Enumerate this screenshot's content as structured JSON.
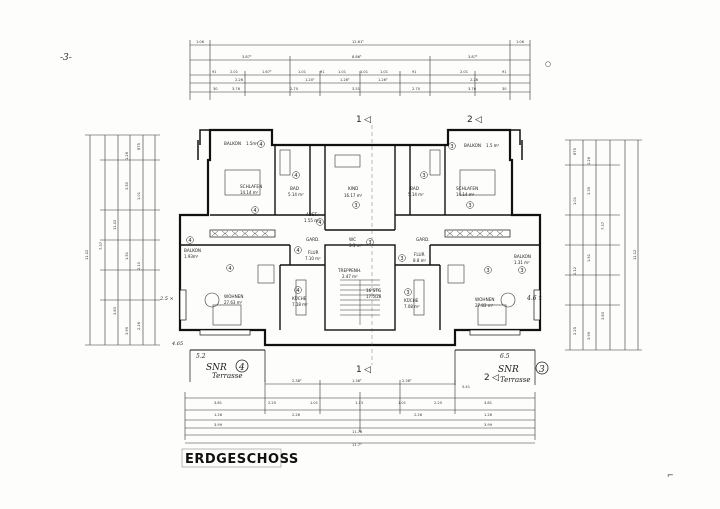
{
  "page_number": "-3-",
  "floor_title": "ERDGESCHOSS",
  "sections": {
    "left": "1",
    "right": "2"
  },
  "overall_width_top": "12.61⁵",
  "top_dims": {
    "outer_left": "1.06",
    "outer_right": "1.06",
    "row2": [
      "3.87⁵",
      "8.86⁵",
      "3.87⁵"
    ],
    "row3": [
      "91",
      "2.01",
      "1.67⁵",
      "1.01",
      "91",
      "1.01",
      "1.01",
      "1.01",
      "91",
      "2.01",
      "91"
    ],
    "row4": [
      "2.26",
      "1.20⁵",
      "1.26⁵",
      "1.26⁵",
      "2.26"
    ],
    "row5": [
      "30",
      "3.76",
      "2.70",
      "3.51",
      "2.70",
      "3.76",
      "30"
    ]
  },
  "bottom_dims": {
    "row1": [
      "2.38⁵",
      "1.36⁵",
      "2.38⁵"
    ],
    "row2": [
      "3.81",
      "2.25",
      "1.01",
      "1.13",
      "1.01",
      "2.25",
      "3.81"
    ],
    "row3": [
      "1.26",
      "2.26",
      "2.26",
      "1.26"
    ],
    "row4": [
      "3.99",
      "3.99"
    ],
    "total_inner": "11.76",
    "total": "11.7⁶"
  },
  "left_dims": [
    "875",
    "1.26",
    "91",
    "3.50",
    "1.01",
    "1.26",
    "2.10",
    "1.51",
    "3.83",
    "1.51",
    "1.01",
    "2.26",
    "3.99",
    "11.02",
    "7.37"
  ],
  "right_dims": [
    "875",
    "1.26",
    "3.35",
    "1.01",
    "1.15",
    "1.51",
    "2.12",
    "1.51",
    "3.83",
    "1.51",
    "2.25",
    "3.99",
    "7.37",
    "11.12"
  ],
  "rooms": [
    {
      "id": "balkon-l",
      "name": "BALKON",
      "area": "1.5m²",
      "unit": "4"
    },
    {
      "id": "balkon-r",
      "name": "BALKON",
      "area": "1.5 m²",
      "unit": "3"
    },
    {
      "id": "schlafen-l",
      "name": "SCHLAFEN",
      "area": "14.14 m²",
      "unit": "4"
    },
    {
      "id": "schlafen-r",
      "name": "SCHLAFEN",
      "area": "14.14 m²",
      "unit": "3"
    },
    {
      "id": "bad-l",
      "name": "BAD",
      "area": "5.14 m²",
      "unit": "4"
    },
    {
      "id": "bad-r",
      "name": "BAD",
      "area": "5.14 m²",
      "unit": "3"
    },
    {
      "id": "kind",
      "name": "KIND",
      "area": "16.17 m²",
      "unit": "3"
    },
    {
      "id": "abst",
      "name": "ABST.",
      "area": "1.55 m²",
      "unit": "4"
    },
    {
      "id": "gard-l",
      "name": "GARD.",
      "area": "",
      "unit": ""
    },
    {
      "id": "gard-r",
      "name": "GARD.",
      "area": "",
      "unit": ""
    },
    {
      "id": "wc",
      "name": "WC",
      "area": "3.1 m²",
      "unit": "3"
    },
    {
      "id": "balkon-left-side",
      "name": "BALKON",
      "area": "1.93m²",
      "unit": "4"
    },
    {
      "id": "balkon-right-side",
      "name": "BALKON",
      "area": "1.31 m²",
      "unit": "3"
    },
    {
      "id": "flur-l",
      "name": "FLUR",
      "area": "7.10 m²",
      "unit": "4"
    },
    {
      "id": "flur-r",
      "name": "FLUR",
      "area": "8.8 m²",
      "unit": "3"
    },
    {
      "id": "treppenh",
      "name": "TREPPENH.",
      "area": "2.47 m²",
      "unit": ""
    },
    {
      "id": "stg",
      "name": "16 STG",
      "area": "17.5/28",
      "unit": ""
    },
    {
      "id": "wohnen-l",
      "name": "WOHNEN",
      "area": "27.63 m²",
      "unit": "4"
    },
    {
      "id": "wohnen-r",
      "name": "WOHNEN",
      "area": "27.83 m²",
      "unit": "3"
    },
    {
      "id": "kueche-l",
      "name": "KÜCHE",
      "area": "7.18 m²",
      "unit": "4"
    },
    {
      "id": "kueche-r",
      "name": "KÜCHE",
      "area": "7.08 m²",
      "unit": "3"
    }
  ],
  "terraces": {
    "left": {
      "text": "SNR",
      "number": "4",
      "label": "Terrasse",
      "dims": "5.2",
      "dim2": "4.65"
    },
    "right": {
      "text": "SNR",
      "number": "3",
      "label": "Terrasse",
      "dims": "6.5",
      "dim2": "5.41"
    }
  },
  "side_note": "4.6 x",
  "left_small": "2.5 ×",
  "bottom_marks": [
    "2.26",
    "2.26"
  ]
}
